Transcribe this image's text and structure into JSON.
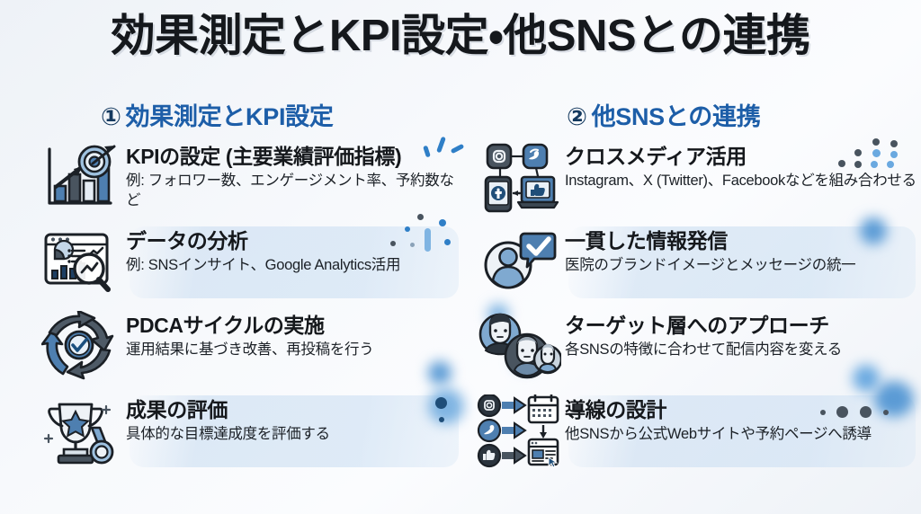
{
  "slide": {
    "title": "効果測定とKPI設定・他SNSとの連携",
    "background_color": "#f2f5f9",
    "accent_color": "#1d5ea8",
    "highlight_color": "#c6dbf0"
  },
  "columns": [
    {
      "id": "left",
      "number": "①",
      "header": "効果測定とKPI設定",
      "items": [
        {
          "icon": "bar-chart-target-icon",
          "title": "KPIの設定 (主要業績評価指標)",
          "desc": "例: フォロワー数、エンゲージメント率、予約数など",
          "highlighted": false
        },
        {
          "icon": "analytics-dashboard-magnifier-icon",
          "title": "データの分析",
          "desc": "例: SNSインサイト、Google Analytics活用",
          "highlighted": true
        },
        {
          "icon": "pdca-cycle-check-icon",
          "title": "PDCAサイクルの実施",
          "desc": "運用結果に基づき改善、再投稿を行う",
          "highlighted": false
        },
        {
          "icon": "trophy-medal-icon",
          "title": "成果の評価",
          "desc": "具体的な目標達成度を評価する",
          "highlighted": true
        }
      ]
    },
    {
      "id": "right",
      "number": "②",
      "header": "他SNSとの連携",
      "items": [
        {
          "icon": "social-network-devices-icon",
          "title": "クロスメディア活用",
          "desc": "Instagram、X (Twitter)、Facebookなどを組み合わせる",
          "highlighted": false
        },
        {
          "icon": "avatar-check-bubble-icon",
          "title": "一貫した情報発信",
          "desc": "医院のブランドイメージとメッセージの統一",
          "highlighted": true
        },
        {
          "icon": "target-audience-people-icon",
          "title": "ターゲット層へのアプローチ",
          "desc": "各SNSの特徴に合わせて配信内容を変える",
          "highlighted": false
        },
        {
          "icon": "social-to-website-funnel-icon",
          "title": "導線の設計",
          "desc": "他SNSから公式Webサイトや予約ページへ誘導",
          "highlighted": true
        }
      ]
    }
  ],
  "decorations": {
    "dot_dark": "#3d4b5c",
    "dot_blue": "#5b9bd5",
    "dot_navy": "#1f4e79",
    "glow_blue": "#6aa9e0"
  }
}
